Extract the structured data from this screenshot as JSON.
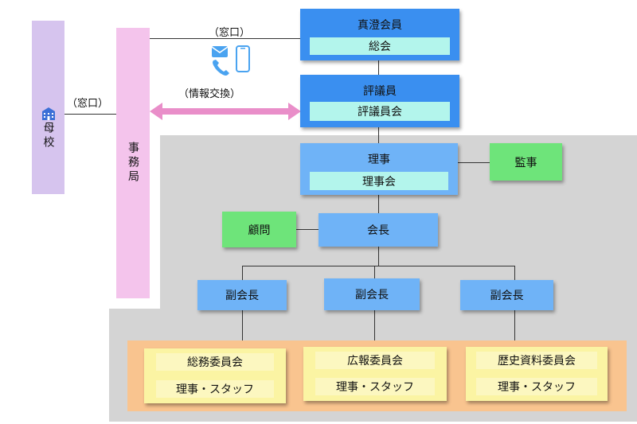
{
  "nodes": {
    "shinsho": {
      "title": "真澄会員",
      "inner": "総会"
    },
    "hyogi": {
      "title": "評議員",
      "inner": "評議員会"
    },
    "riji": {
      "title": "理事",
      "inner": "理事会"
    },
    "kanji": {
      "label": "監事"
    },
    "komon": {
      "label": "顧問"
    },
    "kaicho": {
      "label": "会長"
    },
    "fukukaicho": [
      "副会長",
      "副会長",
      "副会長"
    ],
    "jimukyoku": {
      "label": "事務局"
    },
    "boko": {
      "label": "母校"
    }
  },
  "committees": [
    {
      "name": "総務委員会",
      "member": "理事・スタッフ"
    },
    {
      "name": "広報委員会",
      "member": "理事・スタッフ"
    },
    {
      "name": "歴史資料委員会",
      "member": "理事・スタッフ"
    }
  ],
  "edges": {
    "window_top": "（窓口）",
    "info_exchange": "（情報交換）",
    "window_left": "（窓口）"
  },
  "icons": {
    "boko": "school-icon",
    "contact": "mail-phone-icon"
  },
  "colors": {
    "arrow": "#e98ec9",
    "gray_region": "#d4d4d4"
  }
}
